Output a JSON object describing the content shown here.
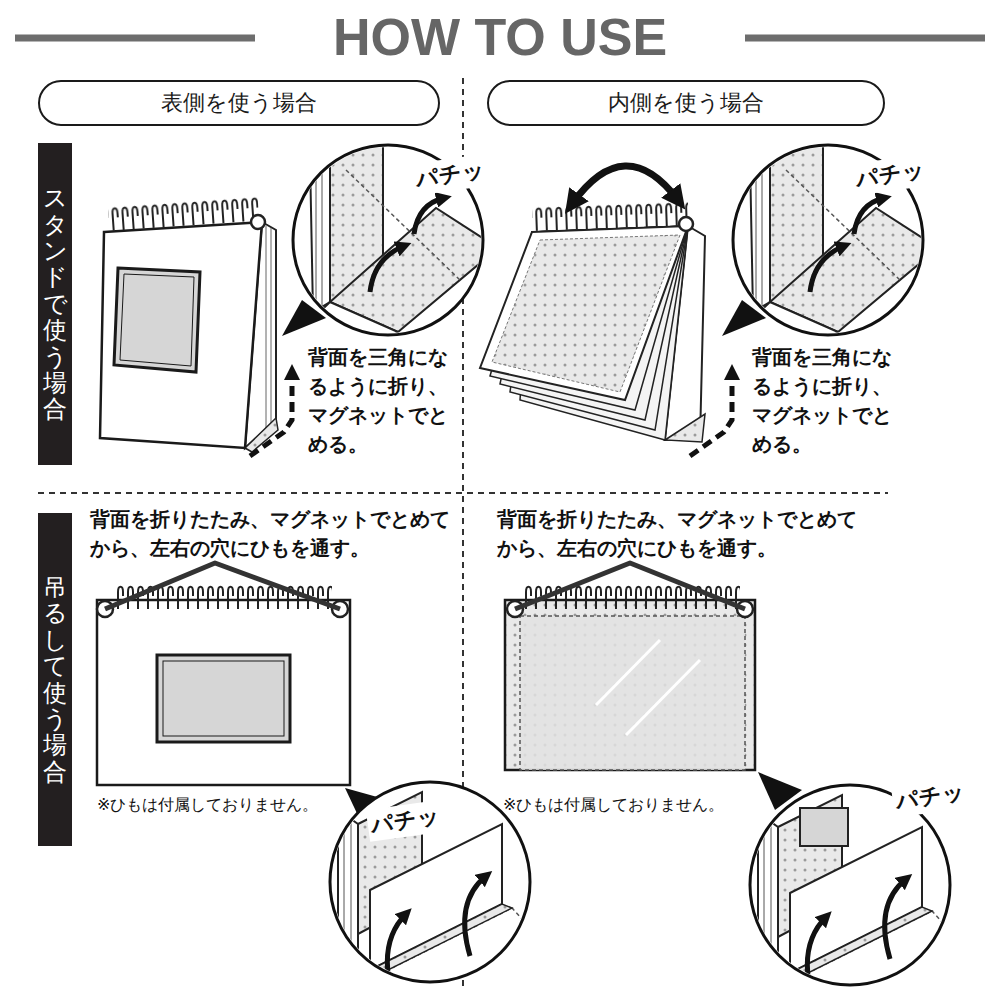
{
  "diagram": {
    "title": "HOW TO USE",
    "nodes": [
      {
        "text": [
          "表側を使う場合"
        ]
      },
      {
        "text": [
          "内側を使う場合"
        ]
      },
      {
        "text": [
          "スタンドで使う場合"
        ]
      },
      {
        "text": [
          "吊るして使う場合"
        ]
      }
    ],
    "labels": [
      "パチッ",
      "背面を三角になるように折り、マグネットでとめる。",
      "パチッ",
      "背面を三角になるように折り、マグネットでとめる。",
      "背面を折りたたみ、マグネットでとめてから、左右の穴にひもを通す。",
      "背面を折りたたみ、マグネットでとめてから、左右の穴にひもを通す。",
      "※ひもは付属しておりません。",
      "※ひもは付属しておりません。",
      "パチッ",
      "パチッ"
    ]
  }
}
